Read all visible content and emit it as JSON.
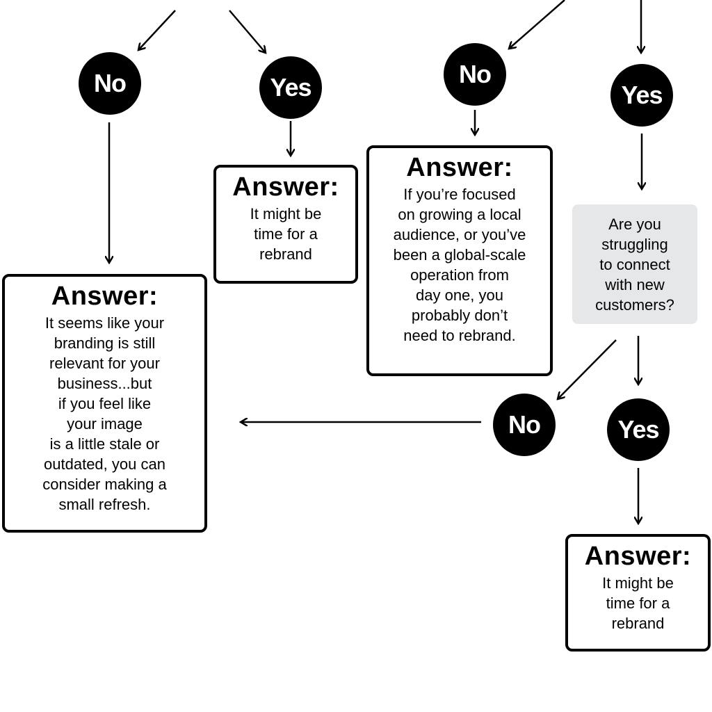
{
  "nodes": {
    "no_left": "No",
    "yes_left": "Yes",
    "no_mid": "No",
    "yes_right": "Yes",
    "no_bottom": "No",
    "yes_bottom": "Yes"
  },
  "answers": {
    "rebrand_top": {
      "title": "Answer:",
      "text": "It might be\ntime for a\nrebrand"
    },
    "focused_local": {
      "title": "Answer:",
      "text": "If you’re focused\non growing a local\naudience, or you’ve\nbeen a global-scale\noperation from\nday one, you\nprobably don’t\nneed to rebrand."
    },
    "still_relevant": {
      "title": "Answer:",
      "text": "It seems like your\nbranding is still\nrelevant for your\nbusiness...but\nif you feel like\nyour image\nis a little stale or\noutdated, you can\nconsider making a\nsmall refresh."
    },
    "rebrand_bottom": {
      "title": "Answer:",
      "text": "It might be\ntime for a\nrebrand"
    }
  },
  "questions": {
    "struggling": "Are you\nstruggling\nto connect\nwith new\ncustomers?"
  },
  "colors": {
    "node_fill": "#000000",
    "question_fill": "#e6e7e9"
  }
}
